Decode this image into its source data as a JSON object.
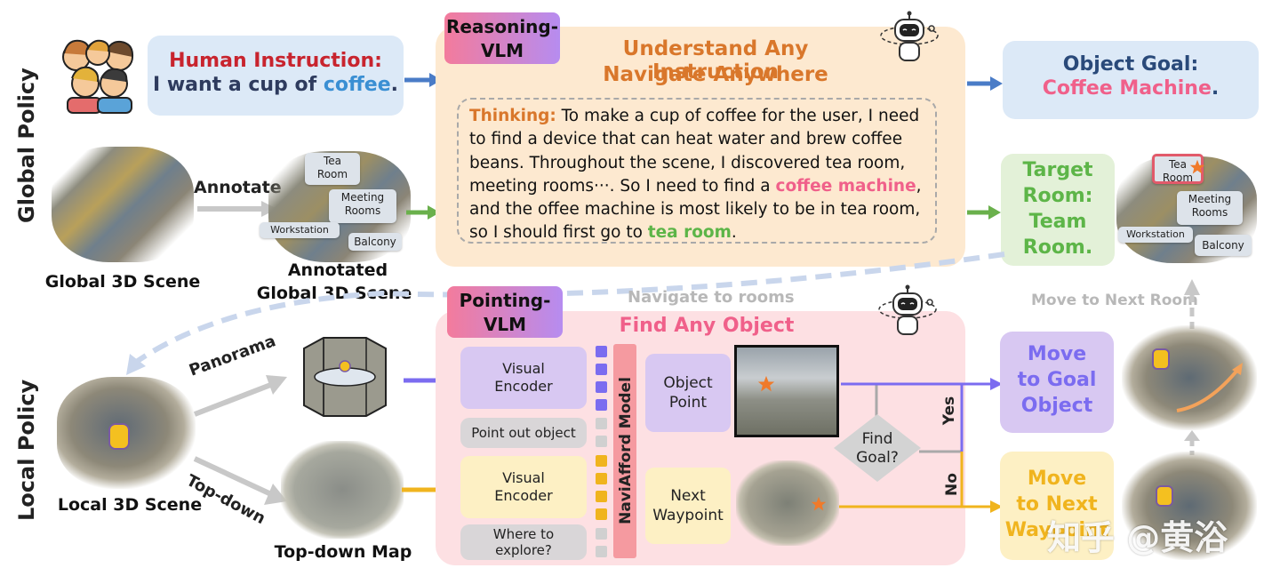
{
  "side_labels": {
    "global": "Global Policy",
    "local": "Local Policy"
  },
  "human_instruction": {
    "line1": "Human Instruction:",
    "line2_prefix": "I want a cup of ",
    "line2_highlight": "coffee",
    "line2_suffix": "."
  },
  "global_scene": {
    "caption": "Global 3D Scene",
    "annotate_label": "Annotate",
    "annotated_caption_1": "Annotated",
    "annotated_caption_2": "Global 3D Scene",
    "tags": {
      "tea_room": "Tea\nRoom",
      "meeting_rooms": "Meeting\nRooms",
      "workstation": "Workstation",
      "balcony": "Balcony"
    }
  },
  "reasoning_vlm": {
    "badge_1": "Reasoning-",
    "badge_2": "VLM",
    "title_1": "Understand Any Instruction",
    "title_2": "Navigate Anywhere",
    "thinking_label": "Thinking:",
    "text_1": " To make a cup of coffee for the user, I need to find a device that can heat water and brew coffee beans. Throughout the scene, I discovered tea room, meeting rooms···. So I need to find a ",
    "highlight_1": "coffee machine",
    "text_2": ", and the offee machine is most likely to be in tea room, so I should first go to ",
    "highlight_2": "tea room",
    "text_3": "."
  },
  "object_goal": {
    "line1": "Object Goal:",
    "line2": "Coffee Machine",
    "line2_suffix": "."
  },
  "target_room": {
    "line1": "Target",
    "line2": "Room:",
    "line3": "Team",
    "line4": "Room."
  },
  "target_tags": {
    "tea_room": "Tea\nRoom",
    "meeting_rooms": "Meeting\nRooms",
    "workstation": "Workstation",
    "balcony": "Balcony"
  },
  "navigate_rooms_label": "Navigate to rooms",
  "move_next_room_label": "Move to Next Room",
  "local": {
    "caption": "Local 3D Scene",
    "panorama_label": "Panorama",
    "topdown_label": "Top-down",
    "topdown_caption": "Top-down Map"
  },
  "pointing_vlm": {
    "badge_1": "Pointing-",
    "badge_2": "VLM",
    "title": "Find Any Object",
    "visual_encoder_1": "Visual\nEncoder",
    "point_out": "Point out object",
    "visual_encoder_2": "Visual\nEncoder",
    "where_explore": "Where to\nexplore?",
    "model_name": "NaviAfford Model",
    "object_point": "Object\nPoint",
    "next_waypoint": "Next\nWaypoint",
    "find_goal": "Find\nGoal?",
    "yes": "Yes",
    "no": "No"
  },
  "outcomes": {
    "goal_1": "Move",
    "goal_2": "to Goal",
    "goal_3": "Object",
    "next_1": "Move",
    "next_2": "to Next",
    "next_3": "Waypoint"
  },
  "watermark": "知乎 @黄浴",
  "colors": {
    "blue_arrow": "#4a7cc7",
    "green_arrow": "#6ab04c",
    "purple_arrow": "#7b6cf0",
    "yellow_arrow": "#f0b41e",
    "orange_text": "#d9772b",
    "pink_text": "#f0608a",
    "green_text": "#5db548"
  }
}
